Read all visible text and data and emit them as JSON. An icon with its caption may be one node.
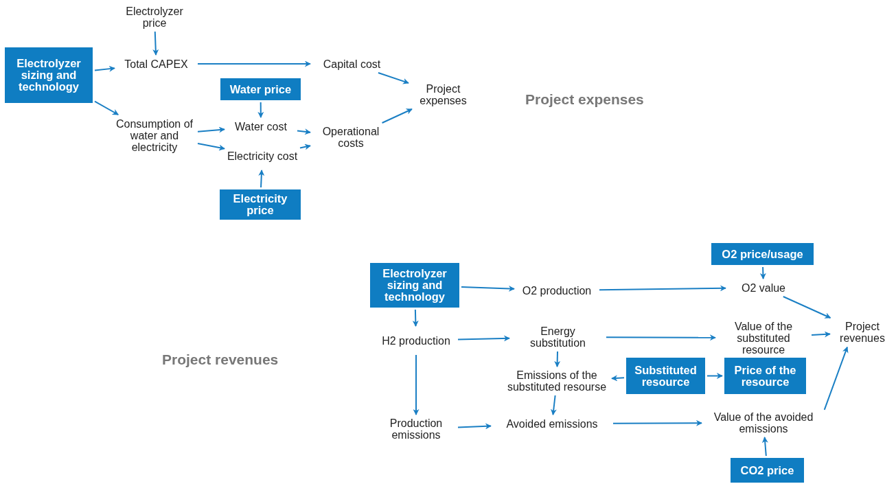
{
  "diagram": {
    "nodes": [
      {
        "text": [
          "Electrolyzer price"
        ]
      },
      {
        "text": [
          "Electrolyzer sizing and technology"
        ]
      },
      {
        "text": [
          "Total CAPEX"
        ]
      },
      {
        "text": [
          "Capital cost"
        ]
      },
      {
        "text": [
          "Water price"
        ]
      },
      {
        "text": [
          "Consumption of water and electricity"
        ]
      },
      {
        "text": [
          "Water cost"
        ]
      },
      {
        "text": [
          "Electricity cost"
        ]
      },
      {
        "text": [
          "Electricity price"
        ]
      },
      {
        "text": [
          "Operational costs"
        ]
      },
      {
        "text": [
          "Project expenses"
        ]
      },
      {
        "text": [
          "O2 price/usage"
        ]
      },
      {
        "text": [
          "Electrolyzer sizing and technology"
        ]
      },
      {
        "text": [
          "O2 production"
        ]
      },
      {
        "text": [
          "O2 value"
        ]
      },
      {
        "text": [
          "H2 production"
        ]
      },
      {
        "text": [
          "Energy substitution"
        ]
      },
      {
        "text": [
          "Value of the substituted resource"
        ]
      },
      {
        "text": [
          "Project revenues"
        ]
      },
      {
        "text": [
          "Emissions of the substituted resourse"
        ]
      },
      {
        "text": [
          "Substituted resource"
        ]
      },
      {
        "text": [
          "Price of the resource"
        ]
      },
      {
        "text": [
          "Production emissions"
        ]
      },
      {
        "text": [
          "Avoided emissions"
        ]
      },
      {
        "text": [
          "Value of the avoided emissions"
        ]
      },
      {
        "text": [
          "CO2 price"
        ]
      }
    ],
    "edges": [
      {
        "from": 0,
        "to": 2,
        "arrow": "to"
      },
      {
        "from": 1,
        "to": 2,
        "arrow": "to"
      },
      {
        "from": 1,
        "to": 5,
        "arrow": "to"
      },
      {
        "from": 2,
        "to": 3,
        "arrow": "to"
      },
      {
        "from": 3,
        "to": 10,
        "arrow": "to"
      },
      {
        "from": 4,
        "to": 6,
        "arrow": "to"
      },
      {
        "from": 5,
        "to": 6,
        "arrow": "to"
      },
      {
        "from": 5,
        "to": 7,
        "arrow": "to"
      },
      {
        "from": 6,
        "to": 9,
        "arrow": "to"
      },
      {
        "from": 7,
        "to": 9,
        "arrow": "to"
      },
      {
        "from": 8,
        "to": 7,
        "arrow": "to"
      },
      {
        "from": 9,
        "to": 10,
        "arrow": "to"
      },
      {
        "from": 11,
        "to": 14,
        "arrow": "to"
      },
      {
        "from": 12,
        "to": 13,
        "arrow": "to"
      },
      {
        "from": 12,
        "to": 15,
        "arrow": "to"
      },
      {
        "from": 13,
        "to": 14,
        "arrow": "to"
      },
      {
        "from": 14,
        "to": 18,
        "arrow": "to"
      },
      {
        "from": 15,
        "to": 16,
        "arrow": "to"
      },
      {
        "from": 15,
        "to": 22,
        "arrow": "to"
      },
      {
        "from": 16,
        "to": 17,
        "arrow": "to"
      },
      {
        "from": 16,
        "to": 19,
        "arrow": "to"
      },
      {
        "from": 17,
        "to": 18,
        "arrow": "to"
      },
      {
        "from": 20,
        "to": 19,
        "arrow": "to"
      },
      {
        "from": 20,
        "to": 21,
        "arrow": "to"
      },
      {
        "from": 19,
        "to": 23,
        "arrow": "to"
      },
      {
        "from": 22,
        "to": 23,
        "arrow": "to"
      },
      {
        "from": 23,
        "to": 24,
        "arrow": "to"
      },
      {
        "from": 25,
        "to": 24,
        "arrow": "to"
      },
      {
        "from": 24,
        "to": 18,
        "arrow": "to"
      }
    ],
    "labels": [
      "Project expenses",
      "Project revenues"
    ]
  }
}
